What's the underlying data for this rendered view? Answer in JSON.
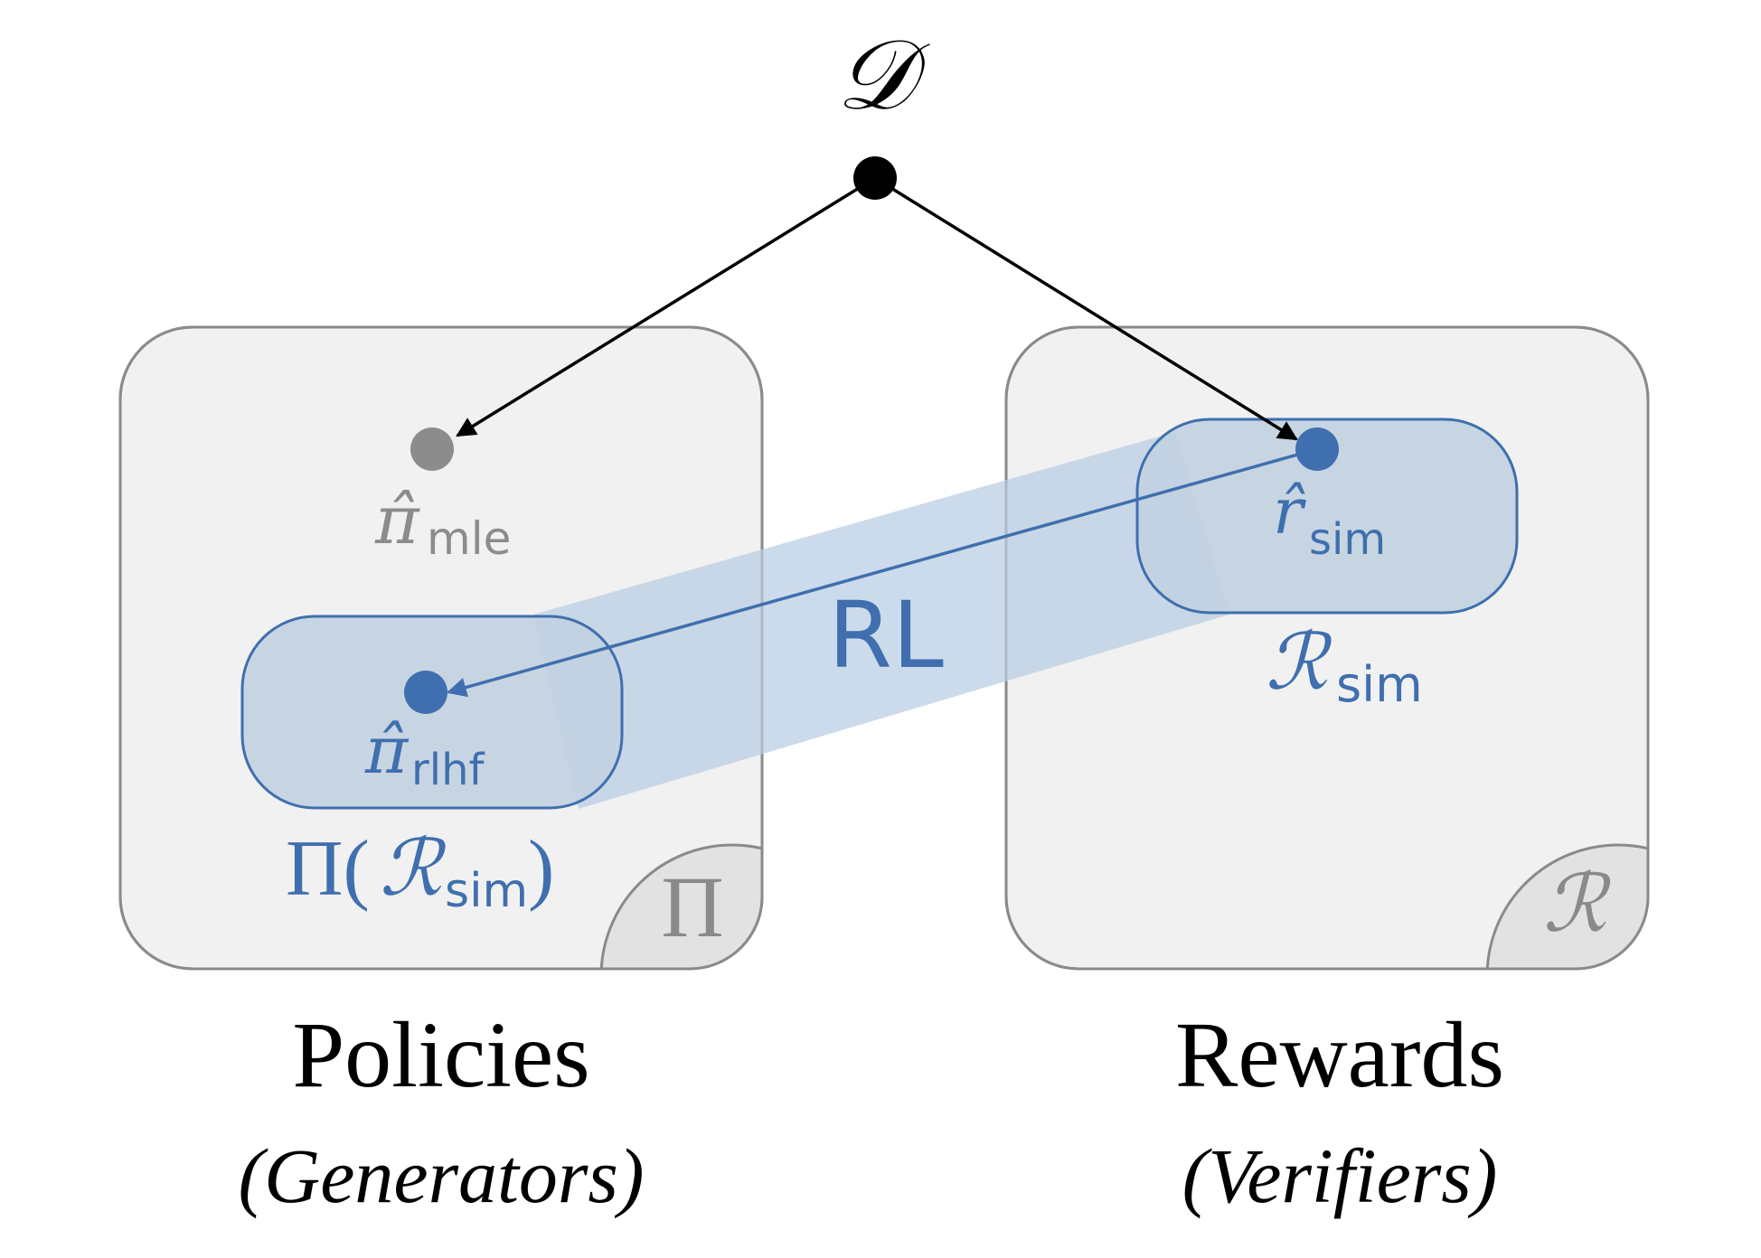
{
  "diagram": {
    "data_node": {
      "symbol": "𝒟"
    },
    "policies": {
      "corner_symbol": "Π",
      "title": "Policies",
      "subtitle": "(Generators)",
      "mle_node": {
        "symbol": "π̂",
        "subscript": "mle"
      },
      "rlhf_node": {
        "symbol": "π̂",
        "subscript": "rlhf"
      },
      "rlhf_region": {
        "prefix": "Π(",
        "symbol": "ℛ",
        "subscript": "sim",
        "suffix": ")"
      }
    },
    "rewards": {
      "corner_symbol": "ℛ",
      "title": "Rewards",
      "subtitle": "(Verifiers)",
      "sim_node": {
        "symbol": "r̂",
        "subscript": "sim"
      },
      "sim_region": {
        "symbol": "ℛ",
        "subscript": "sim"
      }
    },
    "mapping_label": "RL",
    "colors": {
      "blue": "#3f6fae",
      "blue_fill": "#c2d1e1",
      "band_fill": "#b9cde3",
      "panel_fill": "#f1f1f1",
      "panel_stroke": "#8a8a8a",
      "corner_fill": "#e2e2e2",
      "gray_node": "#8c8c8c",
      "black": "#000000"
    }
  }
}
